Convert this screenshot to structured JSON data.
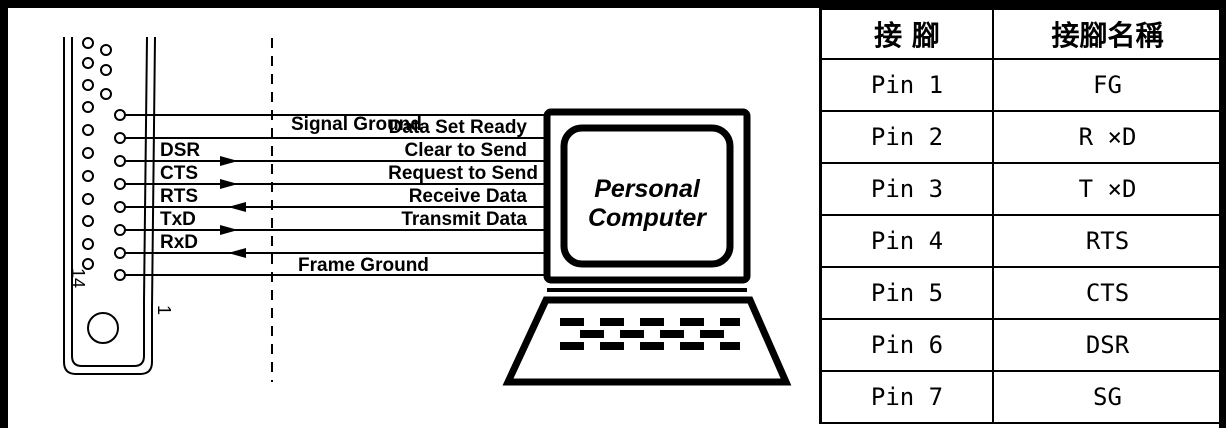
{
  "diagram": {
    "connector_pin_14": "14",
    "connector_pin_1": "1",
    "left_signals": [
      "DSR",
      "CTS",
      "RTS",
      "TxD",
      "RxD"
    ],
    "signal_ground": "Signal Ground",
    "frame_ground": "Frame Ground",
    "right_signals": [
      "Data Set Ready",
      "Clear to Send",
      "Request to Send",
      "Receive Data",
      "Transmit Data"
    ],
    "computer_line1": "Personal",
    "computer_line2": "Computer"
  },
  "table": {
    "headers": [
      "接 腳",
      "接腳名稱"
    ],
    "rows": [
      {
        "pin": "Pin 1",
        "name": "FG"
      },
      {
        "pin": "Pin 2",
        "name": "R ×D"
      },
      {
        "pin": "Pin 3",
        "name": "T ×D"
      },
      {
        "pin": "Pin 4",
        "name": "RTS"
      },
      {
        "pin": "Pin 5",
        "name": "CTS"
      },
      {
        "pin": "Pin 6",
        "name": "DSR"
      },
      {
        "pin": "Pin 7",
        "name": "SG"
      }
    ]
  }
}
